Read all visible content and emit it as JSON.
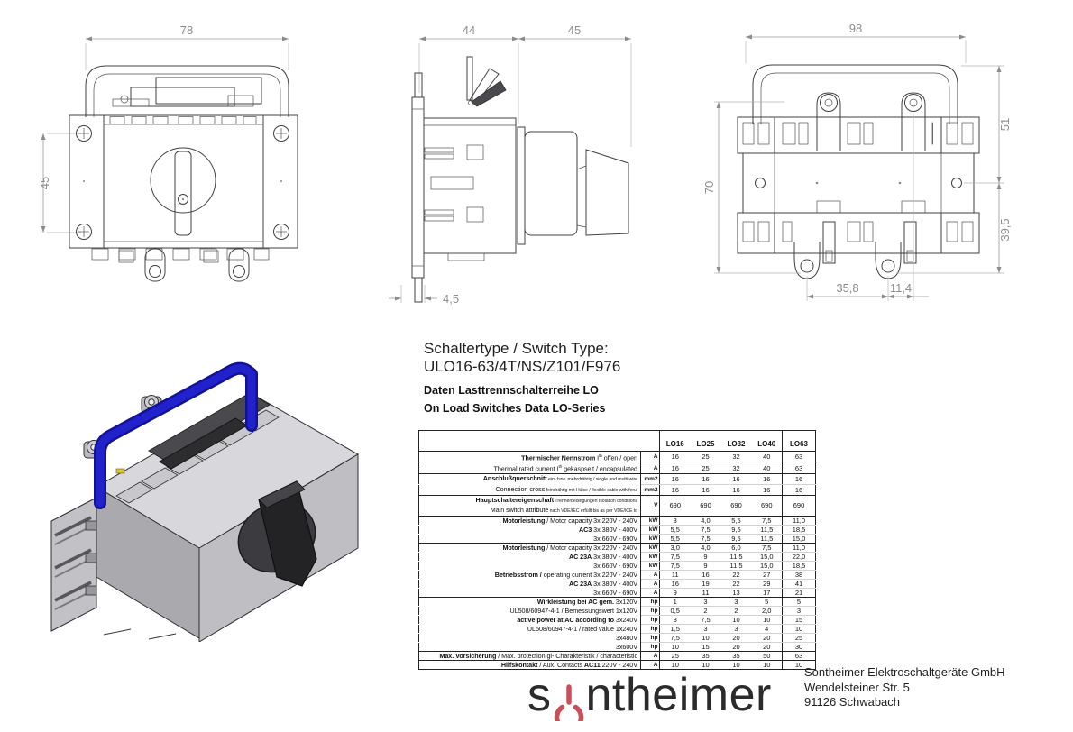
{
  "page": {
    "background": "#ffffff"
  },
  "drawings": {
    "front_view": {
      "name": "front view",
      "dim_width": "78",
      "dim_height": "45"
    },
    "side_view": {
      "name": "side view",
      "dim_body_depth": "44",
      "dim_handle_depth": "45",
      "dim_rail_offset": "4,5"
    },
    "rear_view": {
      "name": "rear view",
      "dim_width": "98",
      "dim_height": "70",
      "dim_upper": "51",
      "dim_lower": "39,5",
      "dim_foot_span": "35,8",
      "dim_foot_offset": "11,4"
    },
    "render_3d": {
      "name": "3D product render",
      "handle_color": "#1d1dc0",
      "body_color": "#c0c0c4",
      "knob_color": "#232325"
    }
  },
  "title_block": {
    "line1": "Schaltertype / Switch Type:",
    "line2": "ULO16-63/4T/NS/Z101/F976",
    "line3": "Daten Lasttrennschalterreihe LO",
    "line4": "On Load Switches Data LO-Series"
  },
  "table": {
    "columns": [
      "LO16",
      "LO25",
      "LO32",
      "LO40",
      "LO63"
    ],
    "rows": [
      {
        "segs": [
          {
            "s": "b",
            "t": "Thermischer Nennstrom"
          },
          {
            "s": "r",
            "t": " I"
          },
          {
            "s": "sup",
            "t": "th"
          },
          {
            "s": "r",
            "t": " offen / open"
          }
        ],
        "unit": "A",
        "values": [
          "16",
          "25",
          "32",
          "40",
          "63"
        ]
      },
      {
        "segs": [
          {
            "s": "r",
            "t": "Thermal rated current I"
          },
          {
            "s": "sup",
            "t": "th"
          },
          {
            "s": "r",
            "t": " gekaspselt / encapsulated"
          }
        ],
        "unit": "A",
        "values": [
          "16",
          "25",
          "32",
          "40",
          "63"
        ],
        "sep": true
      },
      {
        "segs": [
          {
            "s": "b",
            "t": "Anschlußquerschnitt"
          },
          {
            "s": "sm",
            "t": " ein- bzw. mehrdrähtig / single and multi-wire"
          }
        ],
        "unit": "mm2",
        "values": [
          "16",
          "16",
          "16",
          "16",
          "16"
        ]
      },
      {
        "segs": [
          {
            "s": "r",
            "t": "Connection cross"
          },
          {
            "s": "sm",
            "t": " feindrähtig mit Hülse / flexible cable with ferul"
          }
        ],
        "unit": "mm2",
        "values": [
          "16",
          "16",
          "16",
          "16",
          "16"
        ],
        "sep": true
      },
      {
        "segs": [
          {
            "s": "b",
            "t": "Hauptschaltereigenschaft"
          },
          {
            "s": "sm",
            "t": " Trennerbedingungen      Isolation conditions"
          }
        ],
        "segs2": [
          {
            "s": "r",
            "t": "Main switch attribute"
          },
          {
            "s": "sm",
            "t": " nach VDE/IEC erfüllt bis   as per VDE/ICE to"
          }
        ],
        "unit": "V",
        "values": [
          "690",
          "690",
          "690",
          "690",
          "690"
        ],
        "sep": true,
        "tall": true
      },
      {
        "segs": [
          {
            "s": "b",
            "t": "Motorleistung"
          },
          {
            "s": "r",
            "t": " / Motor capacity 3x 220V - 240V"
          }
        ],
        "unit": "kW",
        "values": [
          "3",
          "4,0",
          "5,5",
          "7,5",
          "11,0"
        ]
      },
      {
        "segs": [
          {
            "s": "b",
            "t": "AC3"
          },
          {
            "s": "r",
            "t": " 3x 380V - 400V"
          }
        ],
        "unit": "kW",
        "values": [
          "5,5",
          "7,5",
          "9,5",
          "11,5",
          "18,5"
        ]
      },
      {
        "segs": [
          {
            "s": "r",
            "t": "3x 660V - 690V"
          }
        ],
        "unit": "kW",
        "values": [
          "5,5",
          "7,5",
          "9,5",
          "11,5",
          "15,0"
        ],
        "sep": true
      },
      {
        "segs": [
          {
            "s": "b",
            "t": "Motorleistung"
          },
          {
            "s": "r",
            "t": " / Motor capacity 3x 220V - 240V"
          }
        ],
        "unit": "kW",
        "values": [
          "3,0",
          "4,0",
          "6,0",
          "7,5",
          "11,0"
        ]
      },
      {
        "segs": [
          {
            "s": "b",
            "t": "AC 23A"
          },
          {
            "s": "r",
            "t": " 3x 380V - 400V"
          }
        ],
        "unit": "kW",
        "values": [
          "7,5",
          "9",
          "11,5",
          "15,0",
          "22,0"
        ]
      },
      {
        "segs": [
          {
            "s": "r",
            "t": "3x 660V - 690V"
          }
        ],
        "unit": "kW",
        "values": [
          "7,5",
          "9",
          "11,5",
          "15,0",
          "18,5"
        ]
      },
      {
        "segs": [
          {
            "s": "b",
            "t": "Betriebsstrom /"
          },
          {
            "s": "r",
            "t": " operating current 3x 220V - 240V"
          }
        ],
        "unit": "A",
        "values": [
          "11",
          "16",
          "22",
          "27",
          "38"
        ]
      },
      {
        "segs": [
          {
            "s": "b",
            "t": "AC 23A"
          },
          {
            "s": "r",
            "t": " 3x 380V - 400V"
          }
        ],
        "unit": "A",
        "values": [
          "16",
          "19",
          "22",
          "29",
          "41"
        ]
      },
      {
        "segs": [
          {
            "s": "r",
            "t": "3x 660V - 690V"
          }
        ],
        "unit": "A",
        "values": [
          "9",
          "11",
          "13",
          "17",
          "21"
        ],
        "sep": true
      },
      {
        "segs": [
          {
            "s": "b",
            "t": "Wirkleistung bei AC gem."
          },
          {
            "s": "r",
            "t": " 3x120V"
          }
        ],
        "unit": "hp",
        "values": [
          "1",
          "3",
          "3",
          "5",
          "5"
        ]
      },
      {
        "segs": [
          {
            "s": "r",
            "t": "UL508/60947-4-1 / Bemessungswert 1x120V"
          }
        ],
        "unit": "hp",
        "values": [
          "0,5",
          "2",
          "2",
          "2,0",
          "3"
        ]
      },
      {
        "segs": [
          {
            "s": "b",
            "t": "active power at AC according to"
          },
          {
            "s": "r",
            "t": " 3x240V"
          }
        ],
        "unit": "hp",
        "values": [
          "3",
          "7,5",
          "10",
          "10",
          "15"
        ]
      },
      {
        "segs": [
          {
            "s": "r",
            "t": "UL508/60947-4-1 / rated value 1x240V"
          }
        ],
        "unit": "hp",
        "values": [
          "1,5",
          "3",
          "3",
          "4",
          "10"
        ]
      },
      {
        "segs": [
          {
            "s": "r",
            "t": "3x480V"
          }
        ],
        "unit": "hp",
        "values": [
          "7,5",
          "10",
          "20",
          "20",
          "25"
        ]
      },
      {
        "segs": [
          {
            "s": "r",
            "t": "3x600V"
          }
        ],
        "unit": "hp",
        "values": [
          "10",
          "15",
          "20",
          "20",
          "30"
        ],
        "sep": true
      },
      {
        "segs": [
          {
            "s": "b",
            "t": "Max. Vorsicherung"
          },
          {
            "s": "r",
            "t": " / Max. protection gl- Charakteristik / characteristic"
          }
        ],
        "unit": "A",
        "values": [
          "25",
          "35",
          "35",
          "50",
          "63"
        ],
        "sep": true
      },
      {
        "segs": [
          {
            "s": "b",
            "t": "Hilfskontakt"
          },
          {
            "s": "r",
            "t": " / Aux. Contacts "
          },
          {
            "s": "b",
            "t": "AC11"
          },
          {
            "s": "r",
            "t": " 220V - 240V"
          }
        ],
        "unit": "A",
        "values": [
          "10",
          "10",
          "10",
          "10",
          "10"
        ],
        "sep": true
      }
    ]
  },
  "footer": {
    "logo_prefix": "s",
    "logo_suffix": "ntheimer",
    "logo_icon": "power-icon",
    "logo_icon_color": "#c9505a",
    "address": [
      "Sontheimer Elektroschaltgeräte GmbH",
      "Wendelsteiner Str. 5",
      "91126 Schwabach"
    ]
  }
}
